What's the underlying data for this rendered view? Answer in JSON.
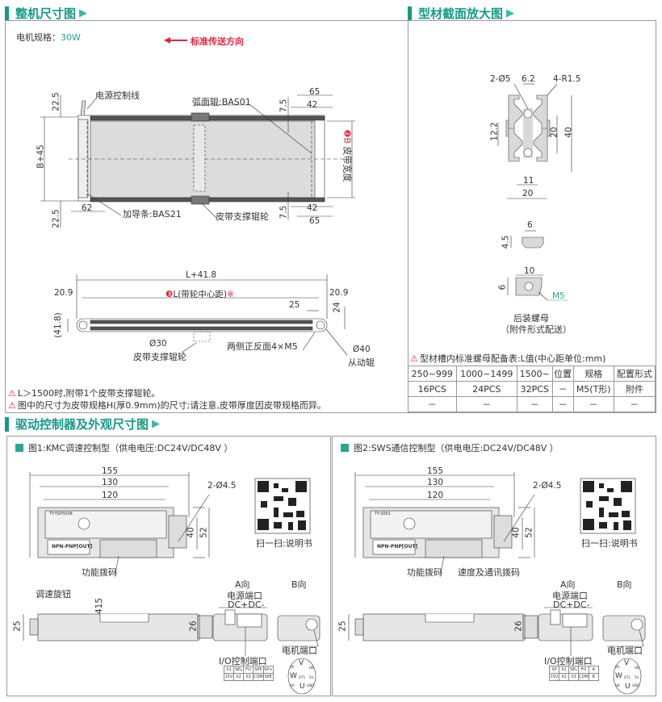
{
  "colors": {
    "accent": "#159a86",
    "warning": "#e4253a",
    "belt": "#d9d9d9"
  },
  "overall": {
    "title": "整机尺寸图",
    "motor_label": "电机规格：",
    "motor_value": "30W",
    "direction": "标准传送方向",
    "top_view": {
      "power_cable": "电源控制线",
      "curved_roller": "弧面辊:BAS01",
      "guide_strip": "加导条:BAS21",
      "support_roller": "皮带支撑辊轮",
      "d_22_5_top": "22.5",
      "d_22_5_bottom": "22.5",
      "d_b45": "B+45",
      "d_62": "62",
      "d_65_top": "65",
      "d_42_top": "42",
      "d_7_5_top": "7.5",
      "d_65_bottom": "65",
      "d_42_bottom": "42",
      "d_7_5_bottom": "7.5",
      "belt_width_mark": "❷B",
      "belt_width": "皮带宽度"
    },
    "side_view": {
      "d_l_total": "L+41.8",
      "d_l_mark": "❸",
      "d_l": "L(带轮中心距)",
      "d_l_symbol": "※",
      "d_20_9_left": "20.9",
      "d_20_9_right": "20.9",
      "d_25": "25",
      "d_24": "24",
      "d_41_8": "(41.8)",
      "d_30": "Ø30",
      "support_roller": "皮带支撑辊轮",
      "m5": "两侧正反面4×M5",
      "d_40": "Ø40",
      "driven_roller": "从动辊"
    },
    "notes": [
      "L＞1500时,附带1个皮带支撑辊轮。",
      "图中的尺寸为皮带规格H(厚0.9mm)的尺寸;请注意,皮带厚度因皮带规格而异。"
    ]
  },
  "profile": {
    "title": "型材截面放大图",
    "d_2_5": "2-Ø5",
    "d_6_2": "6.2",
    "d_r1_5": "4-R1.5",
    "d_12_2": "12.2",
    "d_20_v": "20",
    "d_40": "40",
    "d_11": "11",
    "d_20_h": "20",
    "nut_d6": "6",
    "nut_d4_5": "4.5",
    "nut2_d10": "10",
    "nut2_d6": "6",
    "nut2_m5": "M5",
    "nut_name": "后装螺母",
    "nut_note": "（附件形式配送）",
    "table_title": "型材槽内标准螺母配备表:L值(中心距单位:mm)",
    "table": {
      "headers": [
        "250~999",
        "1000~1499",
        "1500~",
        "位置",
        "规格",
        "配置形式"
      ],
      "rows": [
        [
          "16PCS",
          "24PCS",
          "32PCS",
          "－",
          "M5(T形)",
          "附件"
        ],
        [
          "－",
          "－",
          "－",
          "－",
          "－",
          "－"
        ]
      ]
    }
  },
  "drivers_title": "驱动控制器及外观尺寸图",
  "drivers": [
    {
      "title": "图1:KMC调速控制型（供电电压:DC24V/DC48V ）",
      "model": "TY-YSP5008",
      "d155": "155",
      "d130": "130",
      "d120": "120",
      "d_hole": "2-Ø4.5",
      "d40": "40",
      "d52": "52",
      "qr_caption": "扫一扫:说明书",
      "dip": "功能拨码",
      "dip2": "",
      "knob": "调速旋钮",
      "d415": "415",
      "d25": "25",
      "d26": "26",
      "npn": "NPN-PNP[OUT]",
      "a_dir": "A向",
      "b_dir": "B向",
      "power_port": "电源端口",
      "dc": "DC+DC-",
      "motor_port": "电机端口",
      "io_port": "I/O控制端口",
      "io": [
        [
          "X1",
          "SEL",
          "FO",
          "SPE",
          "SP+"
        ],
        [
          "15V",
          "X2",
          "X3",
          "COM",
          "SPE"
        ]
      ],
      "pins": {
        "v": "V",
        "w": "W",
        "u": "U",
        "hc": "HC",
        "hb": "HB",
        "ot1": "OT1",
        "sv": "5V",
        "ha": "HA",
        "gnd": "GND"
      }
    },
    {
      "title": "图2:SWS通信控制型（供电电压:DC24V/DC48V ）",
      "model": "TY-S001",
      "d155": "155",
      "d130": "130",
      "d120": "120",
      "d_hole": "2-Ø4.5",
      "d40": "40",
      "d52": "52",
      "qr_caption": "扫一扫:说明书",
      "dip": "功能拨码",
      "dip2": "速度及通讯拨码",
      "knob": "",
      "d415": "",
      "d25": "25",
      "d26": "26",
      "npn": "NPN-PNP[OUT]",
      "a_dir": "A向",
      "b_dir": "B向",
      "power_port": "电源端口",
      "dc": "DC+DC-",
      "motor_port": "电机端口",
      "io_port": "I/O控制端口",
      "io": [
        [
          "SP",
          "X1",
          "SEL",
          "FO",
          "A"
        ],
        [
          "15V",
          "X2",
          "X3",
          "COM",
          "B"
        ]
      ],
      "pins": {
        "v": "V",
        "w": "W",
        "u": "U",
        "hc": "HC",
        "hb": "HB",
        "ot1": "OT1",
        "sv": "5V",
        "ha": "HA",
        "gnd": "GND"
      }
    }
  ]
}
